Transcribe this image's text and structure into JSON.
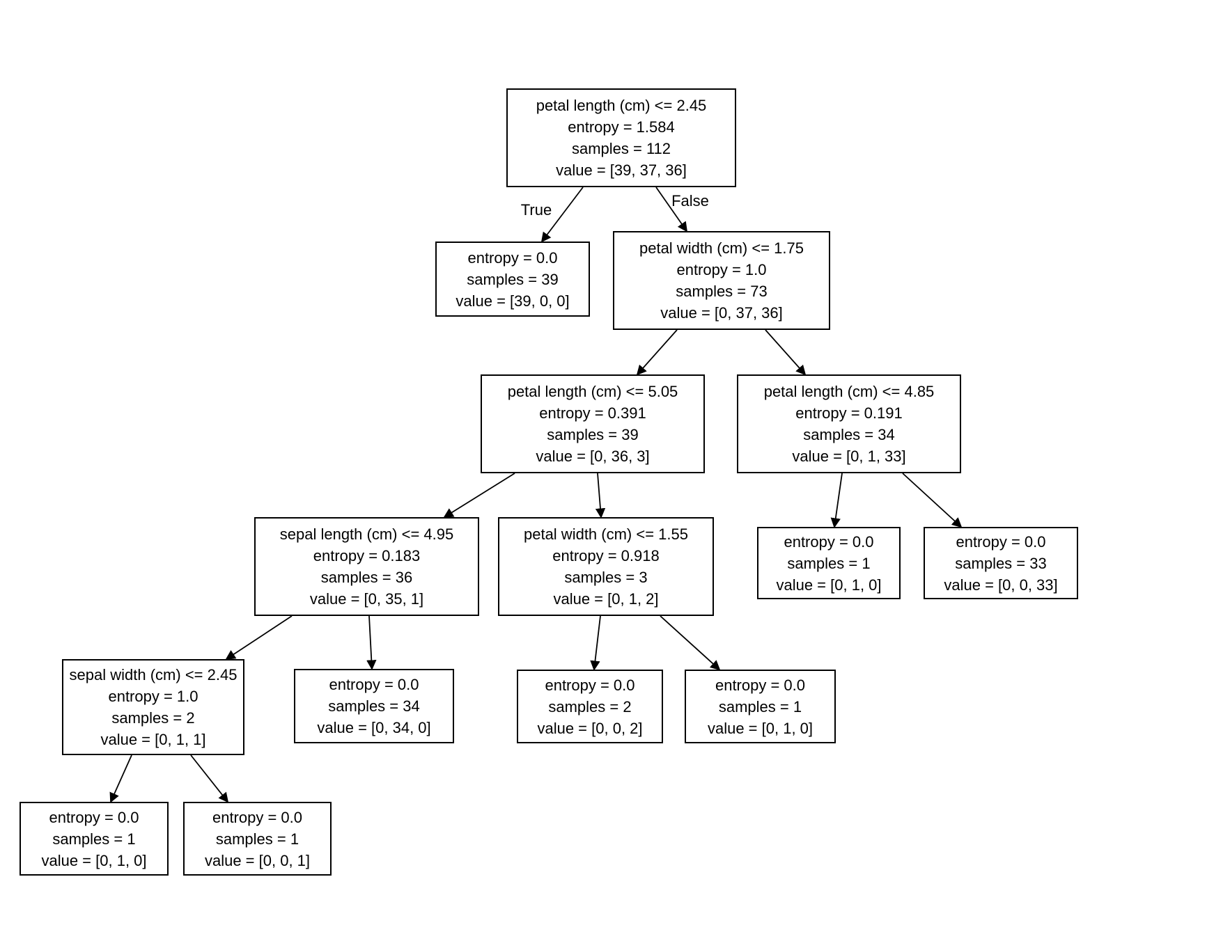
{
  "diagram": {
    "type": "decision-tree",
    "criterion": "entropy",
    "edge_labels": {
      "true_label": "True",
      "false_label": "False"
    },
    "nodes": [
      {
        "id": 0,
        "lines": [
          "petal length (cm) <= 2.45",
          "entropy = 1.584",
          "samples = 112",
          "value = [39, 37, 36]"
        ]
      },
      {
        "id": 1,
        "lines": [
          "entropy = 0.0",
          "samples = 39",
          "value = [39, 0, 0]"
        ]
      },
      {
        "id": 2,
        "lines": [
          "petal width (cm) <= 1.75",
          "entropy = 1.0",
          "samples = 73",
          "value = [0, 37, 36]"
        ]
      },
      {
        "id": 3,
        "lines": [
          "petal length (cm) <= 5.05",
          "entropy = 0.391",
          "samples = 39",
          "value = [0, 36, 3]"
        ]
      },
      {
        "id": 4,
        "lines": [
          "sepal length (cm) <= 4.95",
          "entropy = 0.183",
          "samples = 36",
          "value = [0, 35, 1]"
        ]
      },
      {
        "id": 5,
        "lines": [
          "sepal width (cm) <= 2.45",
          "entropy = 1.0",
          "samples = 2",
          "value = [0, 1, 1]"
        ]
      },
      {
        "id": 6,
        "lines": [
          "petal width (cm) <= 1.55",
          "entropy = 0.918",
          "samples = 3",
          "value = [0, 1, 2]"
        ]
      },
      {
        "id": 7,
        "lines": [
          "petal length (cm) <= 4.85",
          "entropy = 0.191",
          "samples = 34",
          "value = [0, 1, 33]"
        ]
      },
      {
        "id": 8,
        "lines": [
          "entropy = 0.0",
          "samples = 1",
          "value = [0, 1, 0]"
        ]
      },
      {
        "id": 9,
        "lines": [
          "entropy = 0.0",
          "samples = 33",
          "value = [0, 0, 33]"
        ]
      },
      {
        "id": 10,
        "lines": [
          "entropy = 0.0",
          "samples = 34",
          "value = [0, 34, 0]"
        ]
      },
      {
        "id": 11,
        "lines": [
          "entropy = 0.0",
          "samples = 2",
          "value = [0, 0, 2]"
        ]
      },
      {
        "id": 12,
        "lines": [
          "entropy = 0.0",
          "samples = 1",
          "value = [0, 1, 0]"
        ]
      },
      {
        "id": 13,
        "lines": [
          "entropy = 0.0",
          "samples = 1",
          "value = [0, 1, 0]"
        ]
      },
      {
        "id": 14,
        "lines": [
          "entropy = 0.0",
          "samples = 1",
          "value = [0, 0, 1]"
        ]
      }
    ],
    "edges": [
      {
        "from": 0,
        "to": 1,
        "label": "True"
      },
      {
        "from": 0,
        "to": 2,
        "label": "False"
      },
      {
        "from": 2,
        "to": 3,
        "label": ""
      },
      {
        "from": 2,
        "to": 7,
        "label": ""
      },
      {
        "from": 3,
        "to": 4,
        "label": ""
      },
      {
        "from": 3,
        "to": 6,
        "label": ""
      },
      {
        "from": 7,
        "to": 8,
        "label": ""
      },
      {
        "from": 7,
        "to": 9,
        "label": ""
      },
      {
        "from": 4,
        "to": 5,
        "label": ""
      },
      {
        "from": 4,
        "to": 10,
        "label": ""
      },
      {
        "from": 6,
        "to": 11,
        "label": ""
      },
      {
        "from": 6,
        "to": 12,
        "label": ""
      },
      {
        "from": 5,
        "to": 13,
        "label": ""
      },
      {
        "from": 5,
        "to": 14,
        "label": ""
      }
    ]
  }
}
